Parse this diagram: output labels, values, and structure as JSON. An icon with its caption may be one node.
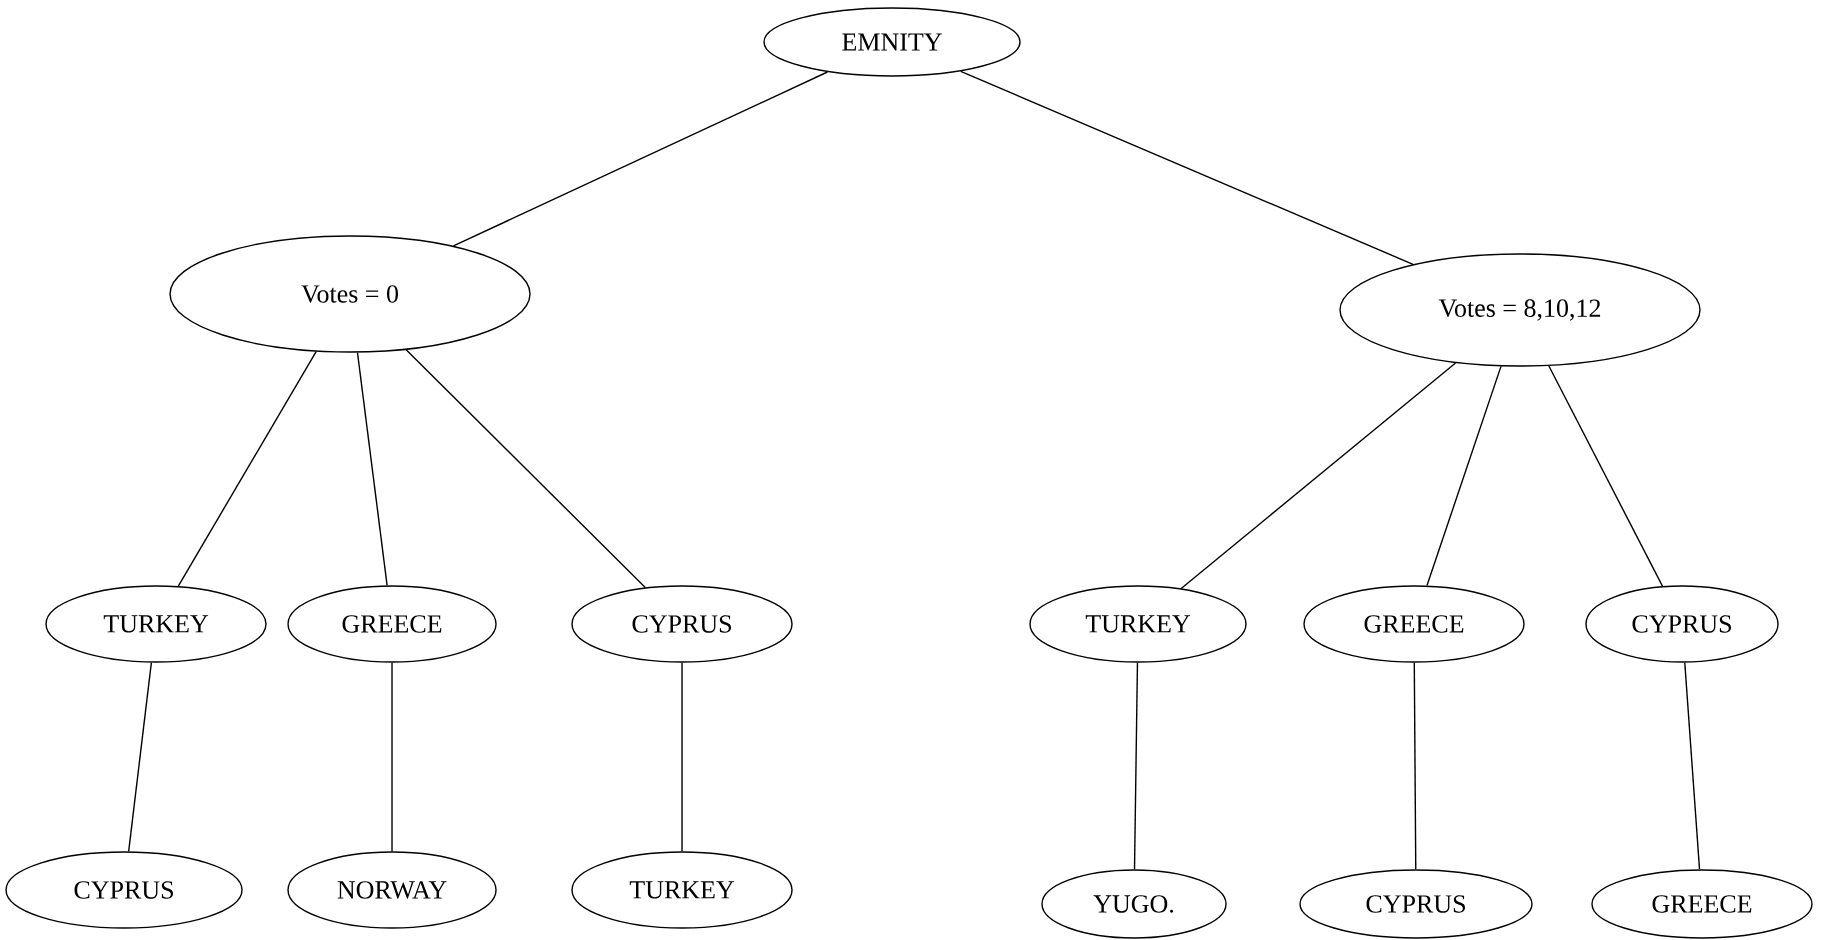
{
  "diagram": {
    "nodes": [
      {
        "text": [
          "EMNITY"
        ]
      },
      {
        "text": [
          "Votes = 0"
        ]
      },
      {
        "text": [
          "Votes = 8,10,12"
        ]
      },
      {
        "text": [
          "TURKEY"
        ]
      },
      {
        "text": [
          "GREECE"
        ]
      },
      {
        "text": [
          "CYPRUS"
        ]
      },
      {
        "text": [
          "TURKEY"
        ]
      },
      {
        "text": [
          "GREECE"
        ]
      },
      {
        "text": [
          "CYPRUS"
        ]
      },
      {
        "text": [
          "CYPRUS"
        ]
      },
      {
        "text": [
          "NORWAY"
        ]
      },
      {
        "text": [
          "TURKEY"
        ]
      },
      {
        "text": [
          "YUGO."
        ]
      },
      {
        "text": [
          "CYPRUS"
        ]
      },
      {
        "text": [
          "GREECE"
        ]
      }
    ],
    "edges": [
      {
        "from": 0,
        "to": 1,
        "arrow": "none"
      },
      {
        "from": 0,
        "to": 2,
        "arrow": "none"
      },
      {
        "from": 1,
        "to": 3,
        "arrow": "none"
      },
      {
        "from": 1,
        "to": 4,
        "arrow": "none"
      },
      {
        "from": 1,
        "to": 5,
        "arrow": "none"
      },
      {
        "from": 2,
        "to": 6,
        "arrow": "none"
      },
      {
        "from": 2,
        "to": 7,
        "arrow": "none"
      },
      {
        "from": 2,
        "to": 8,
        "arrow": "none"
      },
      {
        "from": 3,
        "to": 9,
        "arrow": "none"
      },
      {
        "from": 4,
        "to": 10,
        "arrow": "none"
      },
      {
        "from": 5,
        "to": 11,
        "arrow": "none"
      },
      {
        "from": 6,
        "to": 12,
        "arrow": "none"
      },
      {
        "from": 7,
        "to": 13,
        "arrow": "none"
      },
      {
        "from": 8,
        "to": 14,
        "arrow": "none"
      }
    ]
  }
}
